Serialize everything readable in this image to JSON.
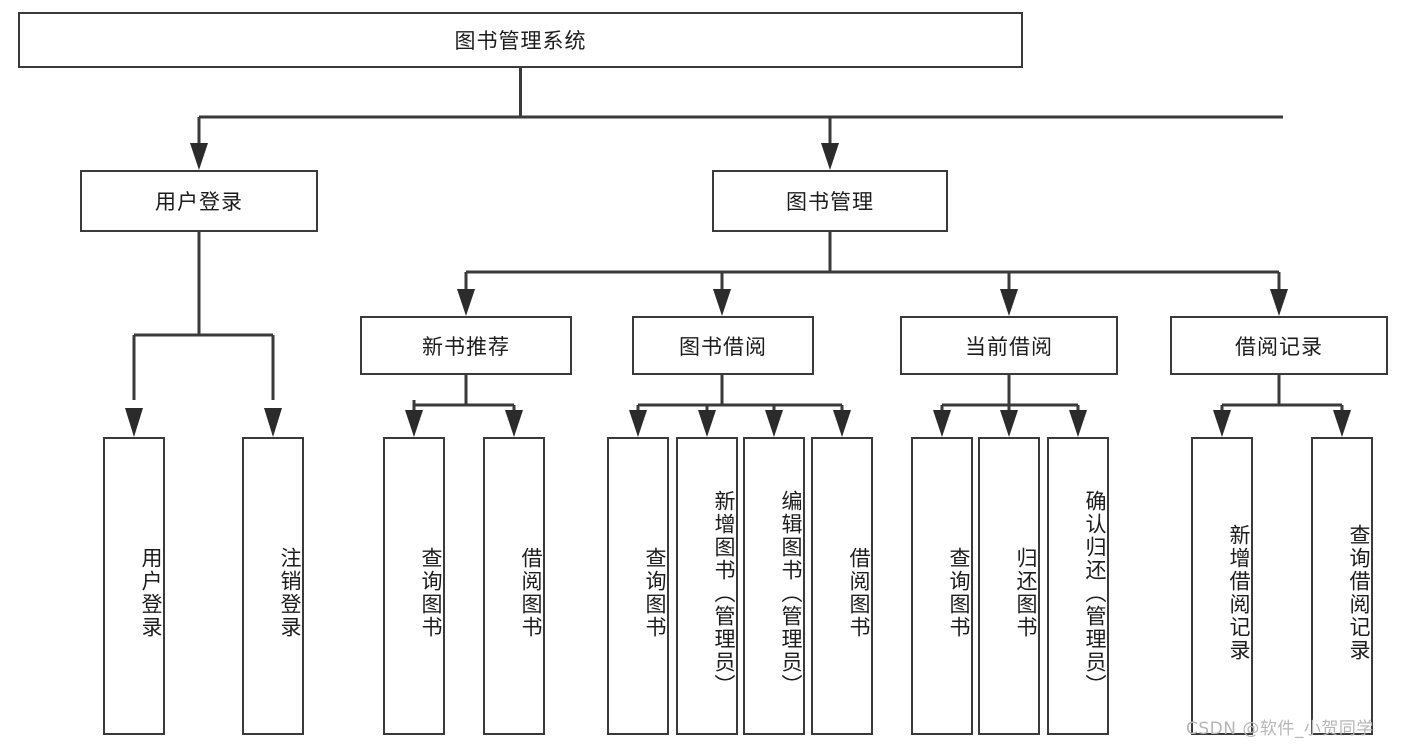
{
  "diagram": {
    "type": "tree-hierarchy",
    "title": "图书管理系统",
    "watermark": "CSDN @软件_小贺同学",
    "colors": {
      "stroke": "#3a3a3a",
      "fill": "#ffffff",
      "text": "#1c1c1c",
      "watermark": "#b6b6b6"
    },
    "nodes": {
      "root": {
        "label": "图书管理系统"
      },
      "level1": [
        {
          "id": "user-login",
          "label": "用户登录"
        },
        {
          "id": "book-management",
          "label": "图书管理"
        }
      ],
      "level2": [
        {
          "id": "new-book-recommend",
          "label": "新书推荐",
          "parent": "book-management"
        },
        {
          "id": "book-borrow",
          "label": "图书借阅",
          "parent": "book-management"
        },
        {
          "id": "current-borrow",
          "label": "当前借阅",
          "parent": "book-management"
        },
        {
          "id": "borrow-record",
          "label": "借阅记录",
          "parent": "book-management"
        }
      ],
      "leaves": [
        {
          "id": "leaf-user-login",
          "label": "用户登录",
          "parent": "user-login"
        },
        {
          "id": "leaf-logout-login",
          "label": "注销登录",
          "parent": "user-login"
        },
        {
          "id": "leaf-query-book-1",
          "label": "查询图书",
          "parent": "new-book-recommend"
        },
        {
          "id": "leaf-borrow-book-1",
          "label": "借阅图书",
          "parent": "new-book-recommend"
        },
        {
          "id": "leaf-query-book-2",
          "label": "查询图书",
          "parent": "book-borrow"
        },
        {
          "id": "leaf-add-book",
          "label": "新增图书（管理员）",
          "parent": "book-borrow"
        },
        {
          "id": "leaf-edit-book",
          "label": "编辑图书（管理员）",
          "parent": "book-borrow"
        },
        {
          "id": "leaf-borrow-book-2",
          "label": "借阅图书",
          "parent": "book-borrow"
        },
        {
          "id": "leaf-query-book-3",
          "label": "查询图书",
          "parent": "current-borrow"
        },
        {
          "id": "leaf-return-book",
          "label": "归还图书",
          "parent": "current-borrow"
        },
        {
          "id": "leaf-confirm-return",
          "label": "确认归还（管理员）",
          "parent": "current-borrow"
        },
        {
          "id": "leaf-add-record",
          "label": "新增借阅记录",
          "parent": "borrow-record"
        },
        {
          "id": "leaf-query-record",
          "label": "查询借阅记录",
          "parent": "borrow-record"
        }
      ]
    }
  }
}
